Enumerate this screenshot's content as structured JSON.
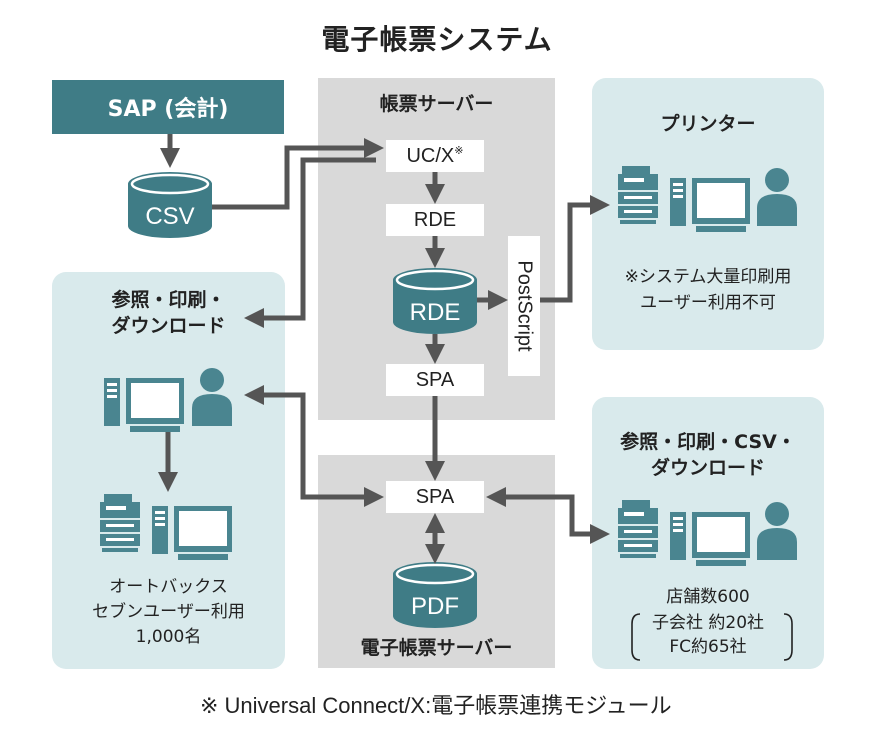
{
  "title": "電子帳票システム",
  "sap": {
    "label": "SAP (会計)"
  },
  "csv_db": {
    "label": "CSV"
  },
  "ledger_server": {
    "title": "帳票サーバー",
    "ucx": "UC/X",
    "ucx_mark": "※",
    "rde_box": "RDE",
    "rde_db": "RDE",
    "spa_box": "SPA",
    "postscript": "PostScript"
  },
  "electronic_server": {
    "title": "電子帳票サーバー",
    "spa_box": "SPA",
    "pdf_db": "PDF"
  },
  "printer_panel": {
    "title": "プリンター",
    "note_line1": "※システム大量印刷用",
    "note_line2": "ユーザー利用不可"
  },
  "left_panel": {
    "title_line1": "参照・印刷・",
    "title_line2": "ダウンロード",
    "users_line1": "オートバックス",
    "users_line2": "セブンユーザー利用",
    "users_line3": "1,000名"
  },
  "right_panel": {
    "title_line1": "参照・印刷・CSV・",
    "title_line2": "ダウンロード",
    "stores_line1": "店舗数600",
    "stores_line2": "子会社 約20社",
    "stores_line3": "FC約65社"
  },
  "footnote": "※ Universal Connect/X:電子帳票連携モジュール",
  "colors": {
    "teal_dark": "#3f7c86",
    "teal_light": "#d9eaec",
    "gray_panel": "#d9d9d9",
    "arrow": "#555555",
    "device": "#4a8590"
  },
  "icons": [
    "printer-icon",
    "pc-tower-icon",
    "monitor-icon",
    "user-icon"
  ]
}
